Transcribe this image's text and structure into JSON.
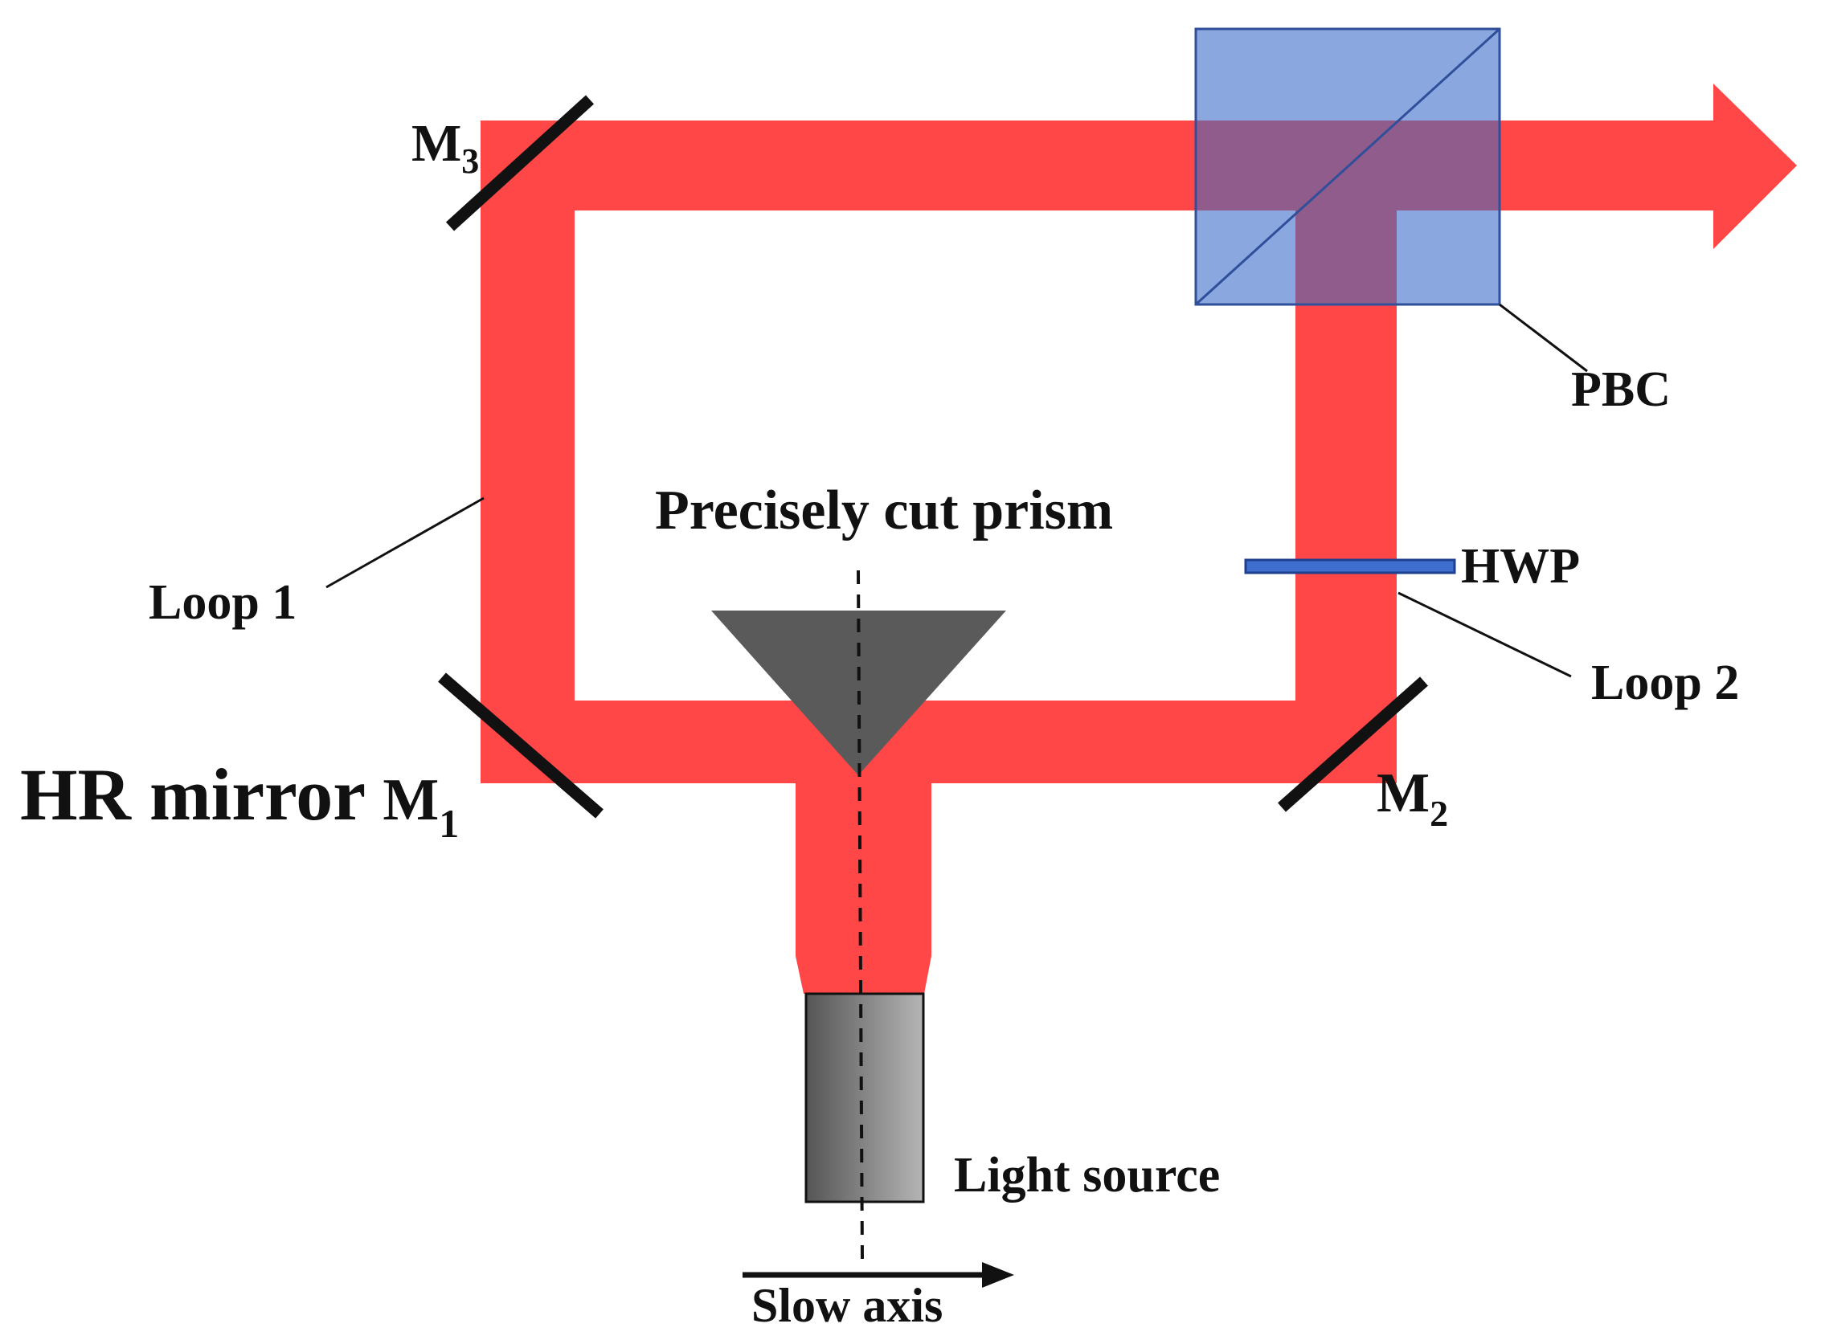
{
  "labels": {
    "m3": {
      "main": "M",
      "sub": "3"
    },
    "m1": {
      "prefix": "HR mirror ",
      "main": "M",
      "sub": "1"
    },
    "m2": {
      "main": "M",
      "sub": "2"
    },
    "loop1": "Loop 1",
    "loop2": "Loop 2",
    "pbc": "PBC",
    "hwp": "HWP",
    "prism": "Precisely cut prism",
    "light_source": "Light source",
    "slow_axis": "Slow axis"
  },
  "colors": {
    "beam": "#ff4747",
    "beam_overlap": "#8f5c8b",
    "cube_fill": "#8aa8df",
    "cube_stroke": "#2f4f9a",
    "hwp": "#3f6ecf",
    "prism": "#5a5a5a",
    "mirror": "#111111",
    "source_dark": "#555555",
    "source_light": "#b5b5b5"
  },
  "icons": {
    "output_arrow": "arrow-right-icon",
    "slow_axis_arrow": "arrow-right-icon"
  }
}
